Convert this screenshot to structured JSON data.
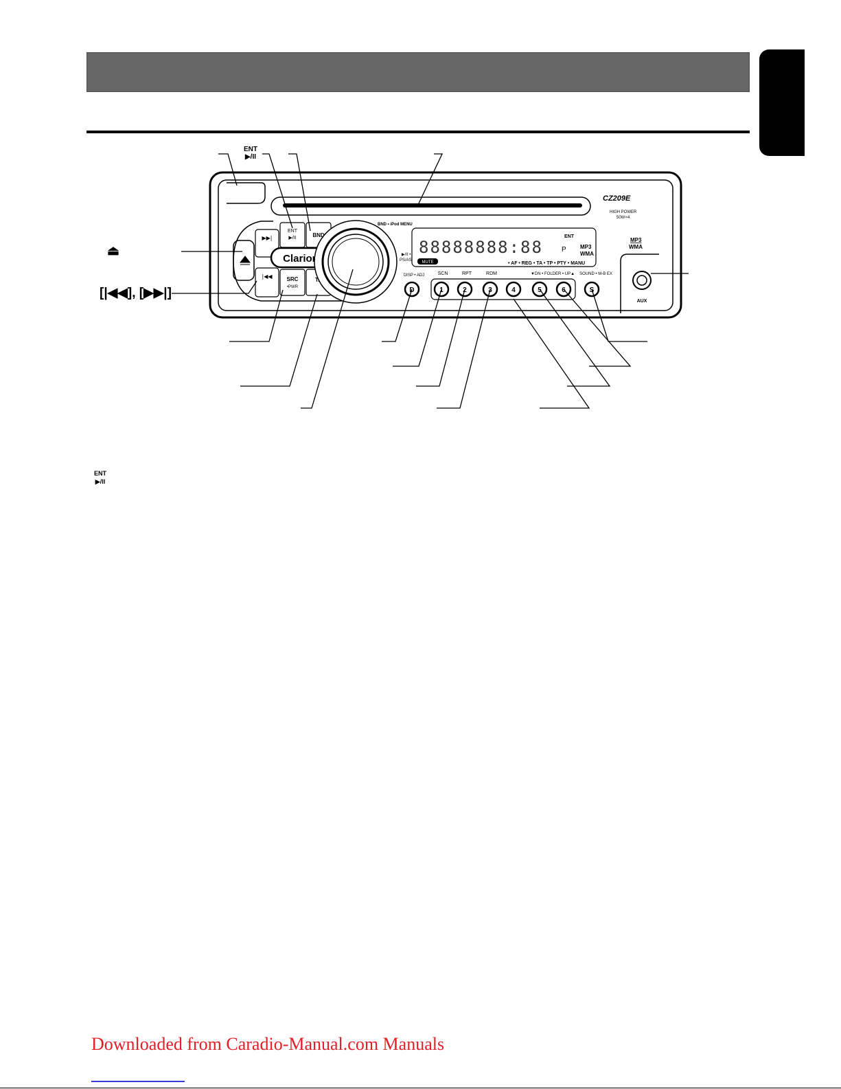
{
  "header": {
    "title_text": "",
    "tab_text": ""
  },
  "diagram": {
    "callout_ent_line1": "ENT",
    "callout_ent_line2": "▶/II",
    "callout_eject": "⏏",
    "callout_skip": "[|◀◀], [▶▶|]"
  },
  "radio": {
    "brand": "Clarion",
    "model": "CZ209E",
    "power_line1": "HIGH POWER",
    "power_line2": "50W×4",
    "badge_mp3": "MP3",
    "badge_wma": "WMA",
    "aux": "AUX",
    "ent_line1": "ENT",
    "ent_line2": "▶/II",
    "bnd": "BND",
    "src_line1": "SRC",
    "src_line2": "•PWR",
    "ta": "TA",
    "bnd_menu": "BND • iPod MENU",
    "play_ps": "▶/II •",
    "ps_as": "PS/AS",
    "disp_adj": "DISP • ADJ",
    "scn": "SCN",
    "rpt": "RPT",
    "rdm": "RDM",
    "folder": "▼DN • FOLDER • UP▲",
    "sound": "SOUND • M-B EX",
    "display_segments": "88888888:88",
    "display_mute": "MUTE",
    "display_indicators": "• AF • REG • TA • TP • PTY • MANU",
    "display_ent": "ENT",
    "display_p": "P",
    "display_mp3": "MP3",
    "display_wma": "WMA",
    "buttons": [
      "D",
      "1",
      "2",
      "3",
      "4",
      "5",
      "6",
      "S"
    ]
  },
  "note": {
    "ent_line1": "ENT",
    "ent_line2": "▶/II"
  },
  "footer": {
    "link_text": "Downloaded from Caradio-Manual.com Manuals"
  }
}
